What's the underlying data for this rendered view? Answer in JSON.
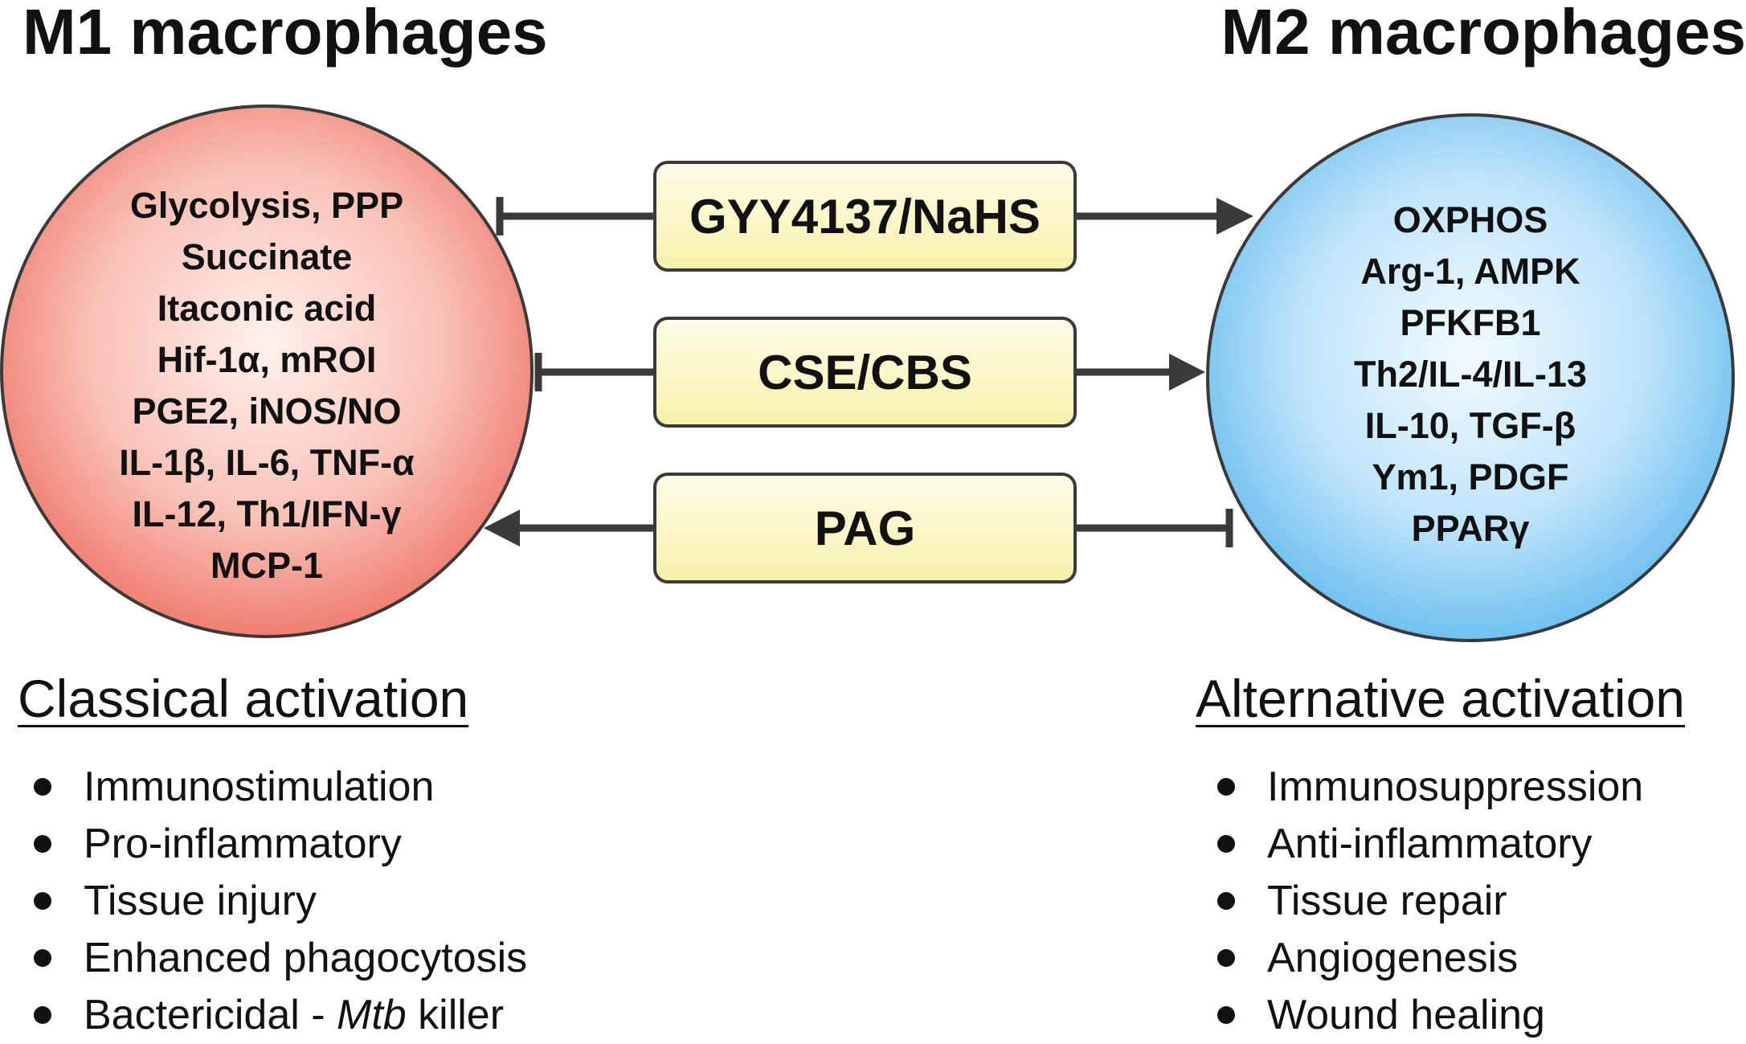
{
  "titles": {
    "left": "M1 macrophages",
    "right": "M2 macrophages"
  },
  "m1_circle": {
    "color": "#f5a79e",
    "items": [
      "Glycolysis, PPP",
      "Succinate",
      "Itaconic acid",
      "Hif-1α, mROI",
      "PGE2, iNOS/NO",
      "IL-1β, IL-6, TNF-α",
      "IL-12, Th1/IFN-γ",
      "MCP-1"
    ]
  },
  "m2_circle": {
    "color": "#9fd3f5",
    "items": [
      "OXPHOS",
      "Arg-1, AMPK",
      "PFKFB1",
      "Th2/IL-4/IL-13",
      "IL-10, TGF-β",
      "Ym1, PDGF",
      "PPARγ"
    ]
  },
  "modulators": [
    {
      "label": "GYY4137/NaHS",
      "left_effect": "inhibit",
      "right_effect": "activate"
    },
    {
      "label": "CSE/CBS",
      "left_effect": "inhibit",
      "right_effect": "activate"
    },
    {
      "label": "PAG",
      "left_effect": "activate",
      "right_effect": "inhibit"
    }
  ],
  "left_panel": {
    "heading": "Classical activation",
    "bullets": [
      "Immunostimulation",
      "Pro-inflammatory",
      "Tissue injury",
      "Enhanced phagocytosis"
    ],
    "last_bullet": {
      "prefix": "Bactericidal - ",
      "italic": "Mtb",
      "suffix": " killer"
    }
  },
  "right_panel": {
    "heading": "Alternative activation",
    "bullets": [
      "Immunosuppression",
      "Anti-inflammatory",
      "Tissue repair",
      "Angiogenesis",
      "Wound healing"
    ]
  },
  "colors": {
    "box_fill": "#fbf7c3",
    "line": "#3a3a3a"
  }
}
